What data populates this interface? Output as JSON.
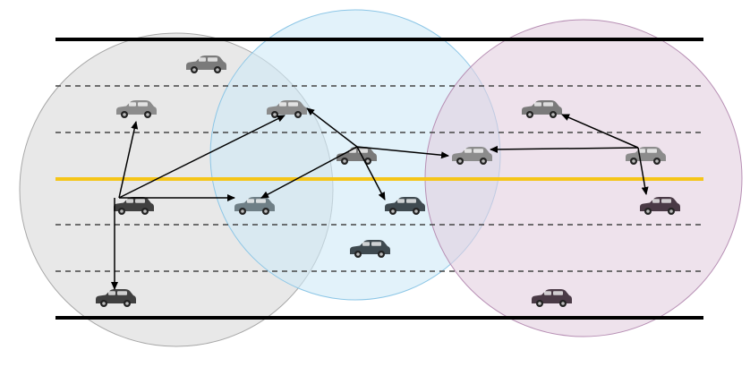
{
  "colors": {
    "road_edge": "#000000",
    "lane_dash": "#444444",
    "center_line": "#f5c518",
    "arrow": "#000000",
    "zone_gray": "#d9d9d9",
    "zone_blue": "#cfe9f7",
    "zone_purple": "#e3cfe0",
    "car_dark": "#404040",
    "car_light": "#8c8c8c"
  },
  "zones": [
    {
      "name": "coverage-zone-left",
      "color_key": "zone_gray"
    },
    {
      "name": "coverage-zone-middle",
      "color_key": "zone_blue"
    },
    {
      "name": "coverage-zone-right",
      "color_key": "zone_purple"
    }
  ],
  "icons": {
    "car": "car-icon",
    "arrow": "arrow-icon"
  }
}
